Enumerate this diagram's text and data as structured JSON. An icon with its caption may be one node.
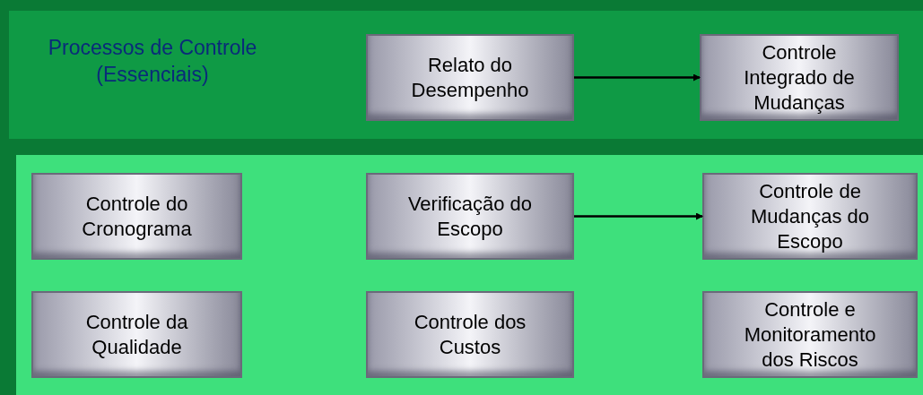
{
  "diagram": {
    "nodes": [
      {
        "text": [
          "Processos de Controle (Essenciais)"
        ]
      },
      {
        "text": [
          "Relato do Desempenho"
        ],
        "in": 0
      },
      {
        "text": [
          "Controle Integrado de Mudanças"
        ],
        "in": 0
      },
      {
        "text": [],
        "shape": "box"
      },
      {
        "text": [
          "Controle do Cronograma"
        ],
        "in": 3
      },
      {
        "text": [
          "Verificação do Escopo"
        ],
        "in": 3
      },
      {
        "text": [
          "Controle de Mudanças do Escopo"
        ],
        "in": 3
      },
      {
        "text": [
          "Controle da Qualidade"
        ],
        "in": 3
      },
      {
        "text": [
          "Controle dos Custos"
        ],
        "in": 3
      },
      {
        "text": [
          "Controle e Monitoramento dos Riscos"
        ],
        "in": 3
      }
    ],
    "edges": [
      {
        "from": 1,
        "to": 2,
        "arrow": "to"
      },
      {
        "from": 5,
        "to": 6,
        "arrow": "to"
      }
    ]
  }
}
